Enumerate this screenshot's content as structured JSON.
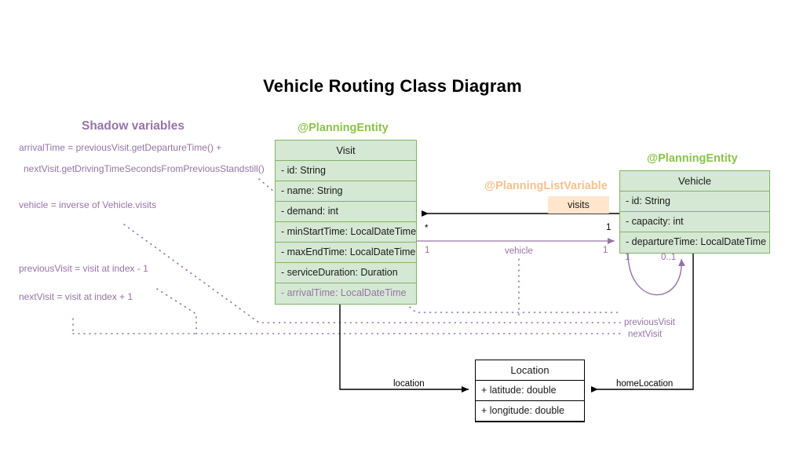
{
  "page": {
    "title": "Vehicle Routing Class Diagram",
    "background": "#ffffff"
  },
  "colors": {
    "entity_fill": "#d5e8d4",
    "entity_border": "#82b366",
    "stereotype_green": "#8bc34a",
    "stereotype_orange": "#f7c08a",
    "shadow_purple": "#9673a6",
    "list_variable_chip": "#ffe6cc",
    "plain_border": "#000000"
  },
  "shadow_panel": {
    "title": "Shadow variables",
    "lines": [
      "arrivalTime = previousVisit.getDepartureTime() +",
      "nextVisit.getDrivingTimeSecondsFromPreviousStandstill()",
      "vehicle = inverse of Vehicle.visits",
      "previousVisit = visit at index - 1",
      "nextVisit = visit at index + 1"
    ]
  },
  "classes": {
    "visit": {
      "stereotype": "@PlanningEntity",
      "name": "Visit",
      "attributes": [
        {
          "text": "- id: String",
          "shadow": false
        },
        {
          "text": "- name: String",
          "shadow": false
        },
        {
          "text": "- demand: int",
          "shadow": false
        },
        {
          "text": "- minStartTime: LocalDateTime",
          "shadow": false
        },
        {
          "text": "- maxEndTime: LocalDateTime",
          "shadow": false
        },
        {
          "text": "- serviceDuration: Duration",
          "shadow": false
        },
        {
          "text": "- arrivalTime: LocalDateTime",
          "shadow": true
        }
      ]
    },
    "vehicle": {
      "stereotype": "@PlanningEntity",
      "name": "Vehicle",
      "attributes": [
        {
          "text": "- id: String",
          "shadow": false
        },
        {
          "text": "- capacity: int",
          "shadow": false
        },
        {
          "text": "- departureTime: LocalDateTime",
          "shadow": false
        }
      ]
    },
    "location": {
      "name": "Location",
      "attributes": [
        {
          "text": "+ latitude: double",
          "shadow": false
        },
        {
          "text": "+ longitude: double",
          "shadow": false
        }
      ]
    }
  },
  "annotations": {
    "planning_list_variable": "@PlanningListVariable",
    "visits_chip": "visits"
  },
  "edges": {
    "visits": {
      "label": "visits",
      "source_mult": "1",
      "target_mult": "*"
    },
    "vehicle": {
      "label": "vehicle",
      "source_mult": "1",
      "target_mult": "1",
      "color": "#9673a6"
    },
    "self_loop": {
      "left_mult": "1",
      "right_mult": "0..1",
      "color": "#9673a6"
    },
    "previous_visit": {
      "label": "previousVisit",
      "color": "#9673a6"
    },
    "next_visit": {
      "label": "nextVisit",
      "color": "#9673a6"
    },
    "location": {
      "label": "location"
    },
    "home_location": {
      "label": "homeLocation"
    }
  }
}
